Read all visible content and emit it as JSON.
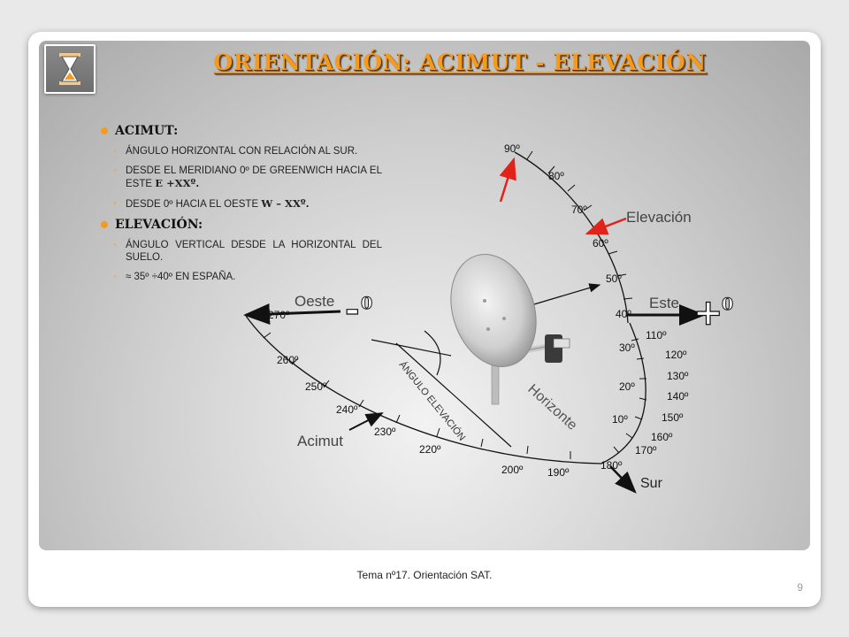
{
  "title": "ORIENTACIÓN: ACIMUT - ELEVACIÓN",
  "bullets": {
    "acimut": {
      "heading": "ACIMUT:",
      "items": [
        "ÁNGULO HORIZONTAL CON RELACIÓN AL SUR.",
        "DESDE EL MERIDIANO 0º DE GREENWICH HACIA EL ESTE",
        "DESDE 0º HACIA EL OESTE"
      ],
      "bold_east": "E +XXº.",
      "bold_west": "W – XXº."
    },
    "elevacion": {
      "heading": "ELEVACIÓN:",
      "items": [
        "ÁNGULO VERTICAL DESDE LA HORIZONTAL DEL SUELO.",
        "≈ 35º ÷40º EN ESPAÑA."
      ]
    }
  },
  "diagram": {
    "elev_ticks": [
      "90º",
      "80º",
      "70º",
      "60º",
      "50º",
      "40º",
      "30º",
      "20º",
      "10º"
    ],
    "az_east_ticks": [
      "110º",
      "120º",
      "130º",
      "140º",
      "150º",
      "160º",
      "170º",
      "180º"
    ],
    "az_west_ticks": [
      "270º",
      "260º",
      "250º",
      "240º",
      "230º",
      "220º",
      "200º",
      "190º"
    ],
    "labels": {
      "elevacion": "Elevación",
      "este": "Este",
      "oeste": "Oeste",
      "sur": "Sur",
      "acimut": "Acimut",
      "horizonte": "Horizonte",
      "angulo": "ÁNGULO ELEVACIÓN",
      "plus": "+",
      "minus": "-",
      "zero_e": "0",
      "zero_w": "0"
    }
  },
  "footer": "Tema nº17. Orientación SAT.",
  "page_number": "9",
  "colors": {
    "accent": "#f39a1f",
    "arrow_red": "#e2231a"
  }
}
